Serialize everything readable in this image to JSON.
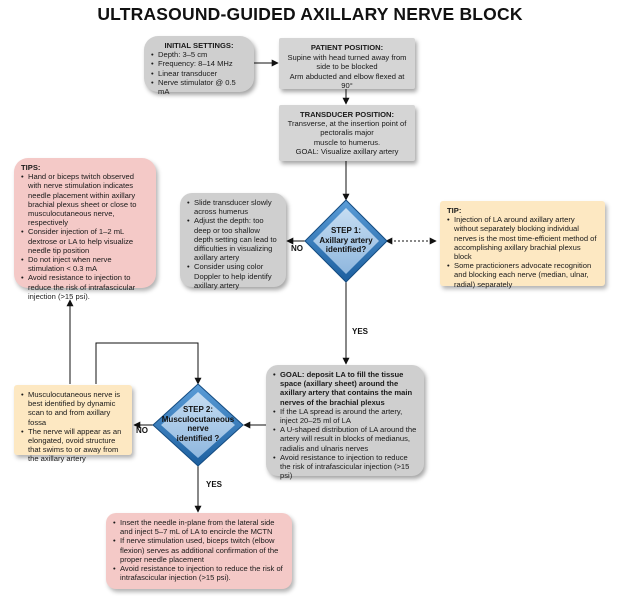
{
  "title": "ULTRASOUND-GUIDED AXILLARY NERVE BLOCK",
  "initial_settings": {
    "heading": "INITIAL SETTINGS:",
    "items": [
      "Depth: 3–5 cm",
      "Frequency: 8–14 MHz",
      "Linear transducer",
      "Nerve stimulator @ 0.5 mA"
    ]
  },
  "patient_position": {
    "heading": "PATIENT POSITION:",
    "text": "Supine with head turned away from side to be blocked\nArm abducted and elbow flexed at 90°"
  },
  "transducer_position": {
    "heading": "TRANSDUCER POSITION:",
    "text": "Transverse, at the insertion point of pectoralis major\nmuscle to humerus.\nGOAL: Visualize axillary artery"
  },
  "tips_left": {
    "heading": "TIPS:",
    "items": [
      "Hand or biceps twitch observed with nerve stimulation indicates needle placement within axillary brachial plexus sheet or close to musculocutaneous nerve, respectively",
      "Consider injection of 1–2 mL dextrose or LA to help visualize needle tip position",
      "Do not inject when nerve stimulation < 0.3 mA",
      "Avoid resistance to injection to reduce the risk of intrafascicular injection (>15 psi)."
    ]
  },
  "slide_box": {
    "items": [
      "Slide transducer slowly across humerus",
      "Adjust the depth: too deep or too shallow depth setting can lead to difficulties in visualizing axillary artery",
      "Consider using color Doppler to help identify axillary artery"
    ]
  },
  "step1": {
    "label": "STEP 1:\nAxillary artery\nidentified?"
  },
  "tip_right": {
    "heading": "TIP:",
    "items": [
      "Injection of LA around axillary artery without separately blocking individual nerves is the most time-efficient method of accomplishing axillary brachial plexus block",
      "Some practicioners advocate recognition and blocking each nerve (median, ulnar, radial) separately"
    ]
  },
  "edges": {
    "no1": "NO",
    "yes1": "YES",
    "no2": "NO",
    "yes2": "YES"
  },
  "goal_box": {
    "items": [
      "GOAL: deposit LA to fill the tissue space (axillary sheet) around the axillary artery that contains the main nerves of the brachial plexus",
      "If the LA spread is around the artery, inject 20–25 ml of LA",
      "A U-shaped distribution of LA around the artery will result in blocks of medianus, radialis and ulnaris nerves",
      "Avoid resistance to injection to reduce the risk of intrafascicular injection (>15 psi)"
    ]
  },
  "musc_box": {
    "items": [
      "Musculocutaneous nerve is best identified by dynamic scan to and from axillary fossa",
      "The nerve will appear as an elongated, ovoid structure that swims to or away from the axillary artery"
    ]
  },
  "step2": {
    "label": "STEP 2:\nMusculocutaneous\nnerve\nidentified ?"
  },
  "final_box": {
    "items": [
      "Insert the needle in-plane from the lateral side and inject 5–7 mL of LA to encircle the MCTN",
      "If nerve stimulation used, biceps twitch (elbow flexion) serves as additional confirmation of the proper needle placement",
      "Avoid resistance to injection to reduce the risk of intrafascicular injection (>15 psi)."
    ]
  },
  "colors": {
    "gray": "#cfcfcf",
    "pink": "#f4c9c7",
    "cream": "#fde8c2",
    "diamond": "#1f6fb6"
  }
}
